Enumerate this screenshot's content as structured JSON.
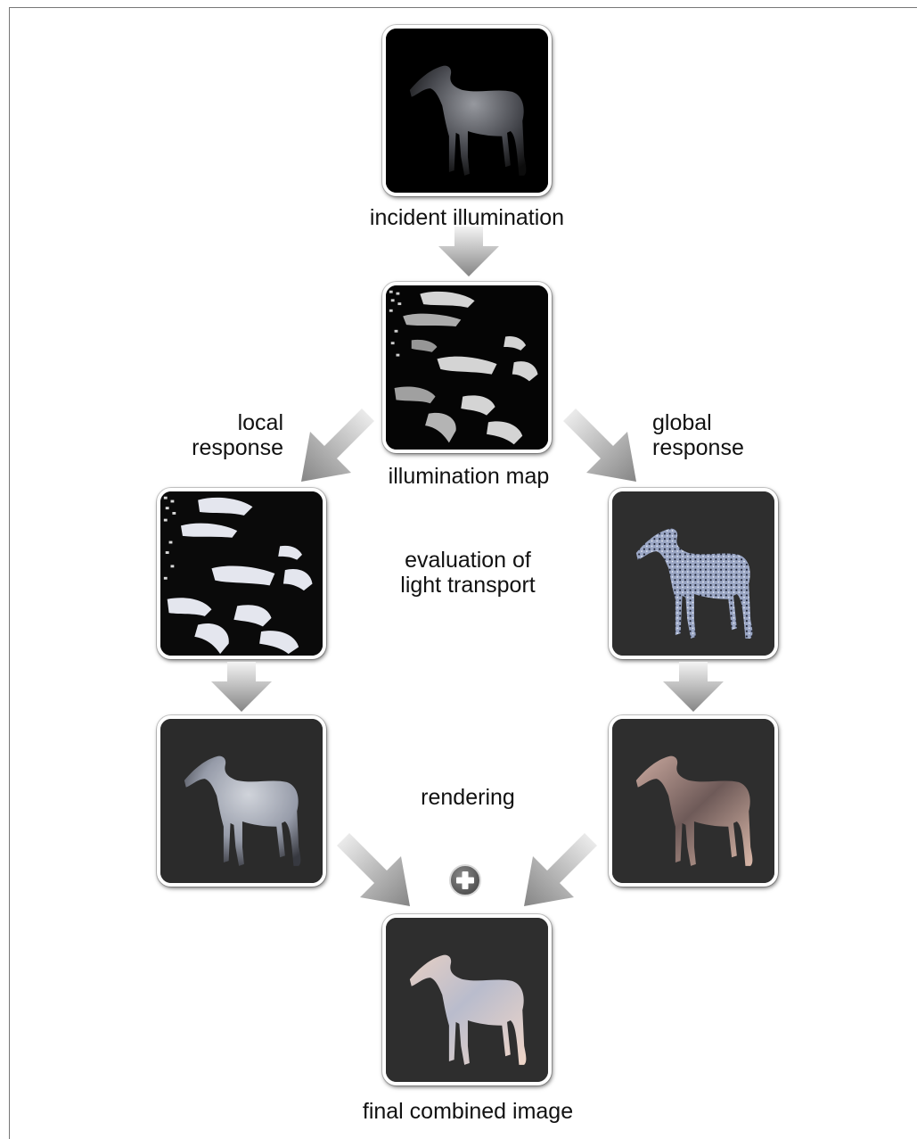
{
  "labels": {
    "incident_illumination": "incident illumination",
    "illumination_map": "illumination map",
    "local_response_line1": "local",
    "local_response_line2": "response",
    "global_response_line1": "global",
    "global_response_line2": "response",
    "evaluation_line1": "evaluation of",
    "evaluation_line2": "light transport",
    "rendering": "rendering",
    "final_combined_image": "final combined image"
  },
  "icons": {
    "arrow": "gray-gradient-arrow-icon",
    "plus": "plus-circle-icon"
  },
  "colors": {
    "card_dark": "#000000",
    "card_gray": "#2e2e2e",
    "horse_light": "#d8dde8",
    "horse_warm": "#a08a86",
    "arrow_light": "#f2f2f2",
    "arrow_dark": "#8a8a8a",
    "plus_bg": "#6a6a6a"
  }
}
